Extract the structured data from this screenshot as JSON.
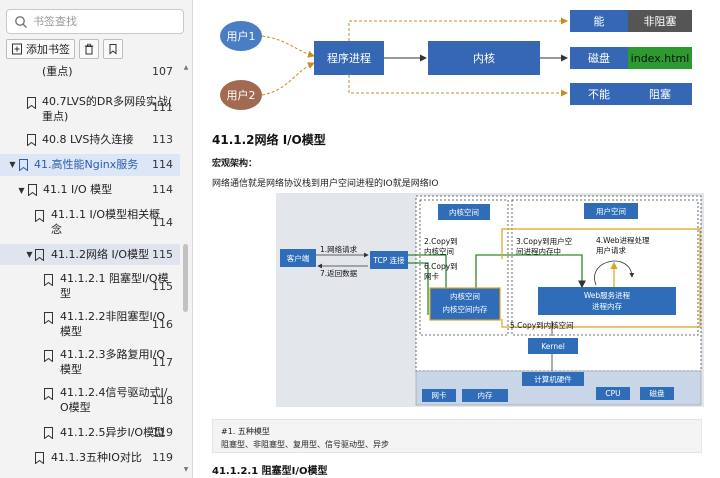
{
  "search": {
    "placeholder": "书签查找"
  },
  "toolbar": {
    "add_label": "添加书签"
  },
  "tree": [
    {
      "l1": "(重点)",
      "pg": "107"
    },
    {
      "l1": "40.7LVS的DR多网段实战(",
      "l2": "重点)",
      "pg": "111"
    },
    {
      "l1": "40.8 LVS持久连接",
      "pg": "113"
    },
    {
      "l1": "41.高性能Nginx服务",
      "pg": "114"
    },
    {
      "l1": "41.1 I/O 模型",
      "pg": "114"
    },
    {
      "l1": "41.1.1 I/O模型相关概",
      "l2": "念",
      "pg": "114"
    },
    {
      "l1": "41.1.2网络 I/O模型",
      "pg": "115"
    },
    {
      "l1": "41.1.2.1 阻塞型I/O模",
      "l2": "型",
      "pg": "115"
    },
    {
      "l1": "41.1.2.2非阻塞型I/O",
      "l2": "模型",
      "pg": "116"
    },
    {
      "l1": "41.1.2.3多路复用I/O",
      "l2": "模型",
      "pg": "117"
    },
    {
      "l1": "41.1.2.4信号驱动式I/",
      "l2": "O模型",
      "pg": "118"
    },
    {
      "l1": "41.1.2.5异步I/O模型",
      "pg": "119"
    },
    {
      "l1": "41.1.3五种IO对比",
      "pg": "119"
    }
  ],
  "top_diagram": {
    "user1": "用户1",
    "user2": "用户2",
    "process": "程序进程",
    "kernel": "内核",
    "can": "能",
    "non_blocking": "非阻塞",
    "disk": "磁盘",
    "index": "index.html",
    "cannot": "不能",
    "blocking": "阻塞"
  },
  "doc": {
    "section_title": "41.1.2网络 I/O模型",
    "macro_label": "宏观架构：",
    "macro_desc": "网络通信就是网络协议栈到用户空间进程的IO就是网络IO",
    "note_line1": "#1. 五种模型",
    "note_line2": "阻塞型、非阻塞型、复用型、信号驱动型、异步",
    "next_title": "41.1.2.1 阻塞型I/O模型"
  },
  "net_diagram": {
    "client": "客户端",
    "step1": "1.网络请求",
    "step7": "7.返回数据",
    "tcp": "TCP 连接",
    "kernel_space_title": "内核空间",
    "user_space_title": "用户空间",
    "step2a": "2.Copy到",
    "step2b": "内核空间",
    "step6a": "6.Copy到",
    "step6b": "网卡",
    "step3a": "3.Copy到用户空",
    "step3b": "间进程内存中",
    "step4a": "4.Web进程处理",
    "step4b": "用户请求",
    "ks_box1": "内核空间",
    "ks_box2": "内核空间内存",
    "web_box1": "Web服务进程",
    "web_box2": "进程内存",
    "step5": "5.Copy到内核空间",
    "kernel": "Kernel",
    "computer_hw": "计算机硬件",
    "nic": "网卡",
    "memory": "内存",
    "cpu": "CPU",
    "disk": "磁盘"
  }
}
